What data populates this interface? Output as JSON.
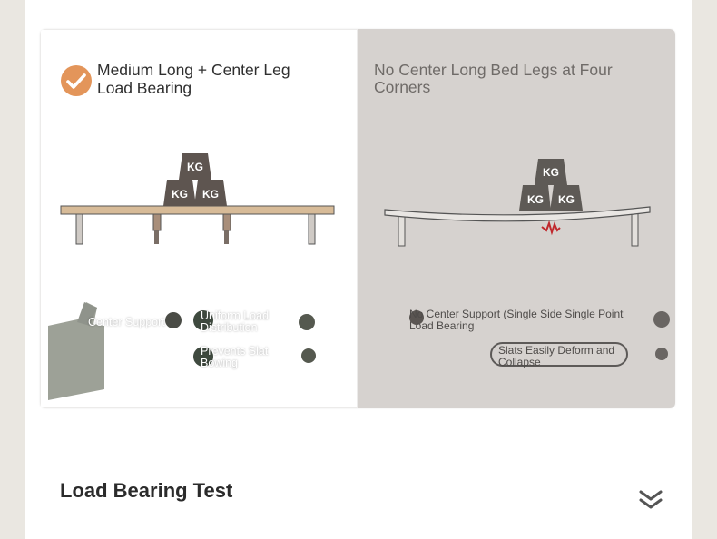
{
  "compare": {
    "left": {
      "title": "Medium Long + Center Leg Load Bearing",
      "features": [
        "Center Support",
        "Uniform Load Distribution",
        "Prevents Slat Bowing"
      ],
      "weights": [
        "KG",
        "KG",
        "KG"
      ]
    },
    "right": {
      "title": "No Center Long Bed Legs at Four Corners",
      "features": [
        "No Center Support (Single Side Single Point Load Bearing",
        "Slats Easily Deform and Collapse"
      ],
      "weights": [
        "KG",
        "KG",
        "KG"
      ]
    }
  },
  "section": {
    "title": "Load Bearing Test"
  },
  "icons": {
    "check": "check-circle-icon",
    "thumb": "thumbs-up-icon",
    "expand": "double-chevron-down-icon",
    "stress": "zigzag-stress-icon"
  },
  "colors": {
    "accent": "#e3955a",
    "weight": "#5e5550",
    "board": "#d7bb98",
    "stress": "#c0282d"
  }
}
